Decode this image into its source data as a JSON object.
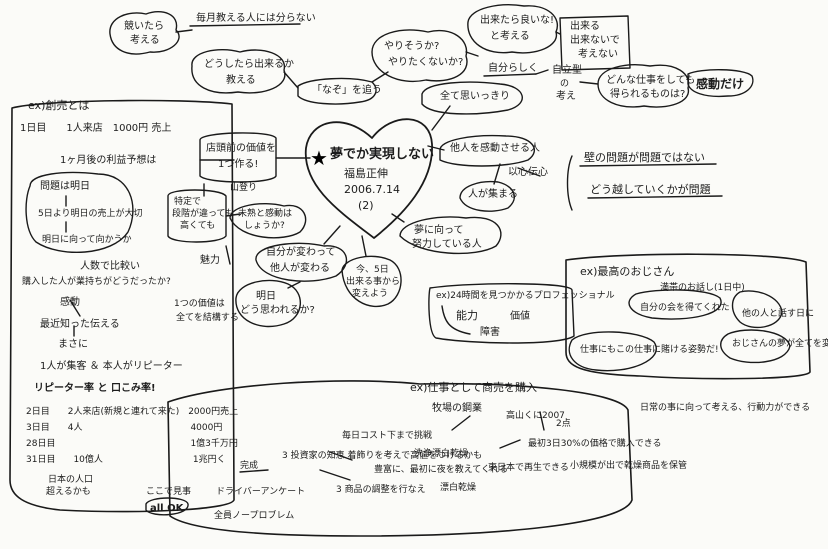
{
  "title": {
    "line1": "夢でか実現しない",
    "line2": "福島正伸",
    "line3": "2006.7.14",
    "line4": "(2)"
  },
  "nodes": {
    "top_left_cloud": [
      "競いたら",
      "考える"
    ],
    "every_month": "毎月教える人には分らない",
    "how_cloud": [
      "どうしたら出来るか",
      "教える"
    ],
    "nazo": "「なぞ」を追う",
    "yarisomos": [
      "やりそうか?",
      "やりたくないか?"
    ],
    "sekaihou": [
      "出来たら良いな!",
      "と考える"
    ],
    "dekiru": [
      "出来る",
      "出来ないで",
      "考えない"
    ],
    "jibun_rashiku": "自分らしく",
    "jiritsu": [
      "自立型",
      "の",
      "考え"
    ],
    "donna_shigoto": [
      "どんな仕事をしても",
      "得られるものは?"
    ],
    "kando": "感動だけ",
    "zenbu": "全て思いっきり",
    "hito_wo_kando": "他人を感動させる人",
    "ishin_denshin": "以心伝心",
    "hito_ga_atsumaru": "人が集まる",
    "yume_ni_mukatte": [
      "夢に向って",
      "努力している人"
    ],
    "kabe_mondai": "壁の問題が問題ではない",
    "dou_koeru": "どう越していくかが問題",
    "shohin_kachi": [
      "店頭前の価値を",
      "1つ作る!"
    ],
    "yamaguchi": "山登り",
    "tokumei": [
      "特定で",
      "段階が違っても",
      "高くても"
    ],
    "mitsukaru": "魅力",
    "hitotsu_kachi": [
      "1つの価値は",
      "全てを結構する"
    ],
    "kando_shitai": [
      "未熟と感動は",
      "しょうか?"
    ],
    "jibun_ga_kawaru": [
      "自分が変わって",
      "他人が変わる"
    ],
    "ima_ga": [
      "今、5日",
      "出来る事から",
      "変えよう"
    ],
    "asu": [
      "明日",
      "どう思われるか?"
    ]
  },
  "left_box": {
    "header": "ex)創売とは",
    "rows": [
      "1日目　　1人来店　1000円 売上",
      "1ヶ月後の利益予想は",
      "問題は明日",
      "5日より明日の売上が大切",
      "明日に向って向かうか",
      "人数で比較い",
      "購入した人が業持ちがどうだったか?",
      "感動",
      "最近知った伝える",
      "まさに",
      "1人が集客 ＆ 本人がリピーター",
      "リピーター率 と 口こみ率!",
      "2日目　　2人来店(新規と連れて来た)　2000円売上",
      "3日目　　4人　　　　　　　　　　　　4000円",
      "28日目　　　　　　　　　　　　　　　1億3千万円",
      "31日目　　10億人　　　　　　　　　　1兆円く",
      "日本の人口",
      "超えるかも"
    ]
  },
  "right_box": {
    "header": "ex)最高のおじさん",
    "items": [
      "満帯のお話し(1日中)",
      "自分の会を得てくれた",
      "他の人と話す日に",
      "おじさんの夢が全てを変える",
      "仕事にもこの仕事に賭ける姿勢だ!",
      "日常の事に向って考える、行動力ができる"
    ]
  },
  "nouryoku": {
    "header": "ex)24時間を見つかかるプロフェッショナル",
    "l1": "能力",
    "l2": "価値",
    "l3": "障害"
  },
  "bottom_box": {
    "header": "ex)仕事として商売を購入",
    "items": [
      "牧場の鋼業",
      "高山くに2007",
      "毎日コスト下まで挑戦",
      "最初3日30%の価格で購入できる",
      "小規模が出で乾燥商品を保管",
      "洗浄漂白乾燥",
      "豊富に、最初に夜を教えてくれる",
      "漂白乾燥",
      "2点",
      "東日本で再生できる",
      "完成",
      "3 投資家の知恵 着飾りを考えで高値をつけるかも",
      "3 商品の調整を行なえ",
      "ドライバーアンケート",
      "全員ノープロブレム",
      "ここで見事",
      "all OK"
    ]
  }
}
